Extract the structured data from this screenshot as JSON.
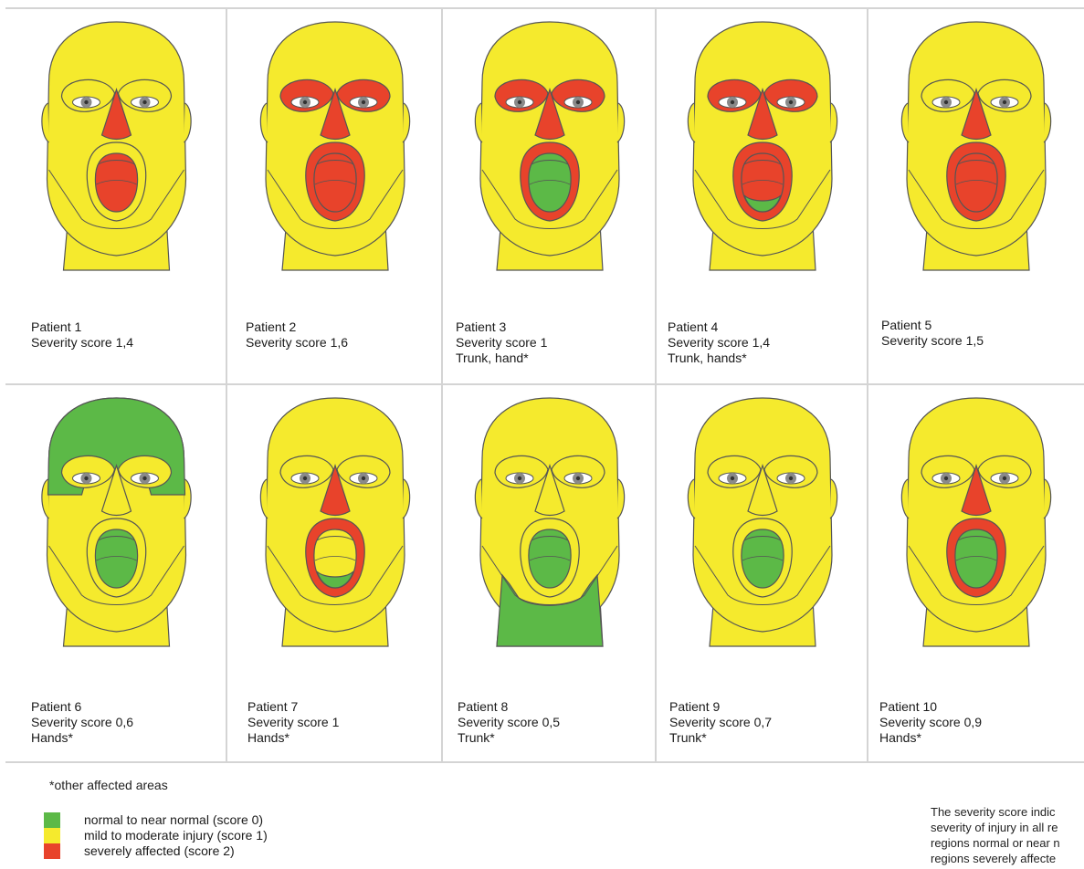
{
  "colors": {
    "normal": "#5cb947",
    "mild": "#f5ea2d",
    "severe": "#e8432b",
    "outline": "#555555"
  },
  "patients": [
    {
      "name": "Patient 1",
      "score": "Severity score 1,4",
      "extra": "",
      "regions": {
        "scalp": "mild",
        "eyes": "mild",
        "nose": "severe",
        "mouth": "severe",
        "lip": "mild",
        "chin": "mild"
      }
    },
    {
      "name": "Patient 2",
      "score": "Severity score 1,6",
      "extra": "",
      "regions": {
        "scalp": "mild",
        "eyes": "severe",
        "nose": "severe",
        "mouth": "severe",
        "lip": "severe",
        "chin": "mild"
      }
    },
    {
      "name": "Patient 3",
      "score": "Severity score 1",
      "extra": "Trunk, hand*",
      "regions": {
        "scalp": "mild",
        "eyes": "severe",
        "nose": "severe",
        "mouth": "normal",
        "lip": "severe",
        "chin": "mild"
      }
    },
    {
      "name": "Patient 4",
      "score": "Severity score 1,4",
      "extra": "Trunk, hands*",
      "regions": {
        "scalp": "mild",
        "eyes": "severe",
        "nose": "severe",
        "mouth": "severe-green-bottom",
        "lip": "severe",
        "chin": "mild"
      }
    },
    {
      "name": "Patient 5",
      "score": "Severity score 1,5",
      "extra": "",
      "regions": {
        "scalp": "mild",
        "eyes": "mild",
        "nose": "severe",
        "mouth": "severe",
        "lip": "severe",
        "chin": "mild"
      }
    },
    {
      "name": "Patient 6",
      "score": "Severity score 0,6",
      "extra": "Hands*",
      "regions": {
        "scalp": "normal",
        "eyes": "mild",
        "nose": "mild",
        "mouth": "normal",
        "lip": "mild",
        "chin": "mild"
      }
    },
    {
      "name": "Patient 7",
      "score": "Severity score 1",
      "extra": "Hands*",
      "regions": {
        "scalp": "mild",
        "eyes": "mild",
        "nose": "severe",
        "mouth": "yellow-green-bottom",
        "lip": "severe",
        "chin": "mild"
      }
    },
    {
      "name": "Patient 8",
      "score": "Severity score 0,5",
      "extra": "Trunk*",
      "regions": {
        "scalp": "mild",
        "eyes": "mild",
        "nose": "mild",
        "mouth": "normal",
        "lip": "mild",
        "chin": "normal"
      }
    },
    {
      "name": "Patient 9",
      "score": "Severity score 0,7",
      "extra": "Trunk*",
      "regions": {
        "scalp": "mild",
        "eyes": "mild",
        "nose": "mild",
        "mouth": "normal",
        "lip": "mild",
        "chin": "mild"
      }
    },
    {
      "name": "Patient 10",
      "score": "Severity score 0,9",
      "extra": "Hands*",
      "regions": {
        "scalp": "mild",
        "eyes": "mild",
        "nose": "severe",
        "mouth": "normal",
        "lip": "severe",
        "chin": "mild"
      }
    }
  ],
  "footnote": "*other affected areas",
  "legend": [
    {
      "label": "normal to near normal (score 0)",
      "color": "#5cb947"
    },
    {
      "label": "mild to moderate injury (score 1)",
      "color": "#f5ea2d"
    },
    {
      "label": "severely affected (score 2)",
      "color": "#e8432b"
    }
  ],
  "side_note": {
    "line1": "The severity score indic",
    "line2": "severity of injury in all re",
    "line3": "regions normal or near n",
    "line4": "regions severely affecte"
  }
}
